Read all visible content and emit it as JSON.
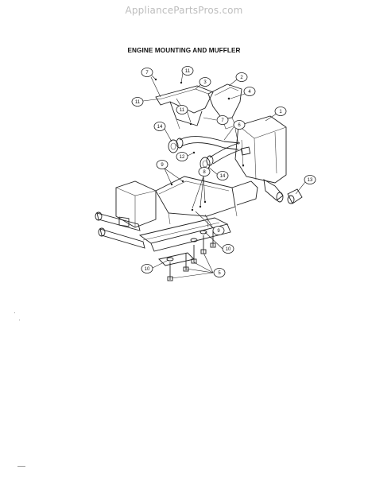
{
  "header": {
    "watermark": "AppliancePartsPros.com"
  },
  "diagram": {
    "title": "ENGINE MOUNTING AND MUFFLER",
    "callouts": [
      {
        "id": "c7a",
        "label": "7",
        "name": "callout-7-upper-left"
      },
      {
        "id": "c11a",
        "label": "11",
        "name": "callout-11-upper"
      },
      {
        "id": "c3",
        "label": "3",
        "name": "callout-3"
      },
      {
        "id": "c2",
        "label": "2",
        "name": "callout-2"
      },
      {
        "id": "c4",
        "label": "4",
        "name": "callout-4"
      },
      {
        "id": "c11b",
        "label": "11",
        "name": "callout-11-left"
      },
      {
        "id": "c11c",
        "label": "11",
        "name": "callout-11-mid"
      },
      {
        "id": "c7b",
        "label": "7",
        "name": "callout-7-mid"
      },
      {
        "id": "c1",
        "label": "1",
        "name": "callout-1"
      },
      {
        "id": "c14a",
        "label": "14",
        "name": "callout-14-left"
      },
      {
        "id": "c6",
        "label": "6",
        "name": "callout-6"
      },
      {
        "id": "c12",
        "label": "12",
        "name": "callout-12"
      },
      {
        "id": "c9a",
        "label": "9",
        "name": "callout-9-left"
      },
      {
        "id": "c8",
        "label": "8",
        "name": "callout-8"
      },
      {
        "id": "c14b",
        "label": "14",
        "name": "callout-14-right"
      },
      {
        "id": "c13",
        "label": "13",
        "name": "callout-13"
      },
      {
        "id": "c9b",
        "label": "9",
        "name": "callout-9-lower"
      },
      {
        "id": "c10a",
        "label": "10",
        "name": "callout-10-right"
      },
      {
        "id": "c10b",
        "label": "10",
        "name": "callout-10-left"
      },
      {
        "id": "c5",
        "label": "5",
        "name": "callout-5"
      }
    ]
  }
}
